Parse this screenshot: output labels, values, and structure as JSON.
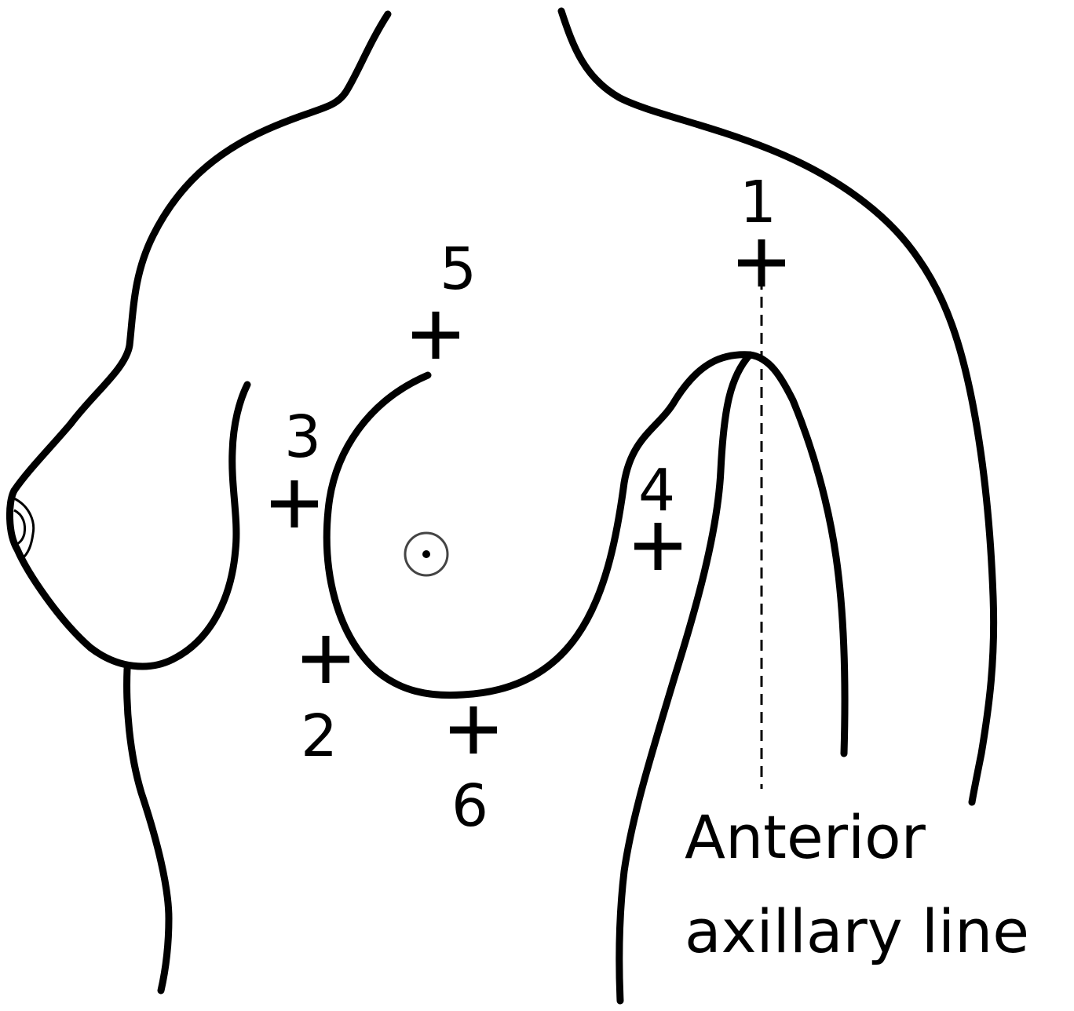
{
  "markers": [
    {
      "id": "1",
      "label": "1"
    },
    {
      "id": "2",
      "label": "2"
    },
    {
      "id": "3",
      "label": "3"
    },
    {
      "id": "4",
      "label": "4"
    },
    {
      "id": "5",
      "label": "5"
    },
    {
      "id": "6",
      "label": "6"
    }
  ],
  "axillary_line": {
    "line1": "Anterior",
    "line2": "axillary line"
  },
  "colors": {
    "stroke": "#000000",
    "background": "#ffffff",
    "nipple": "#444444"
  }
}
